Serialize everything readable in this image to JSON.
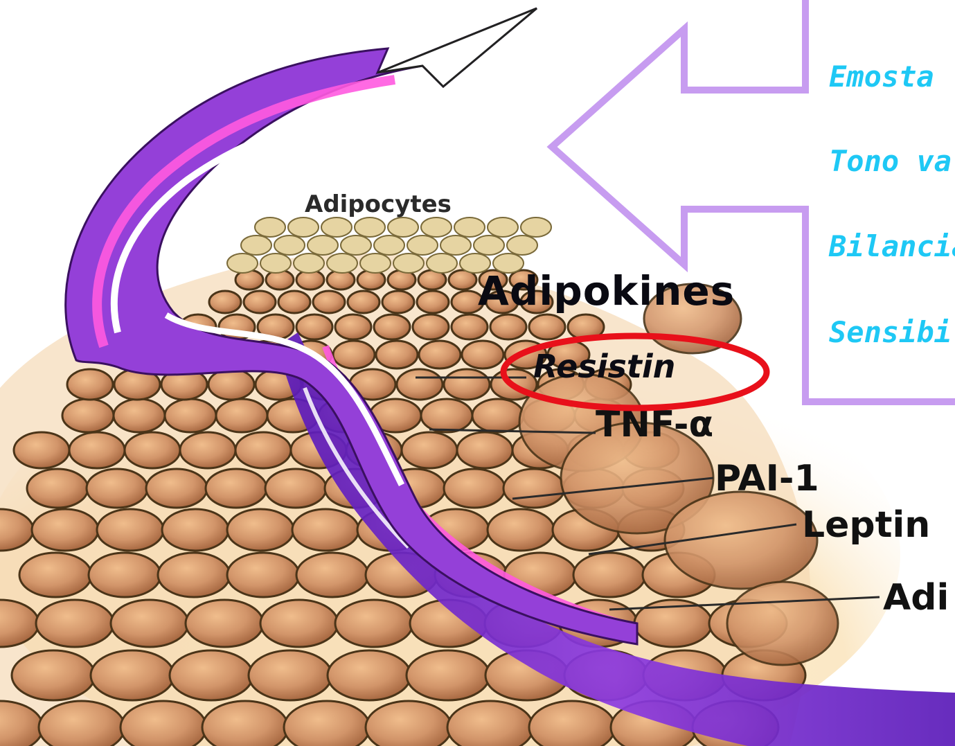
{
  "labels": {
    "adipocytes": "Adipocytes",
    "adipokines": "Adipokines",
    "resistin": "Resistin",
    "tnf": "TNF-α",
    "pai1": "PAI-1",
    "leptin": "Leptin",
    "adi": "Adi"
  },
  "functions": [
    "Emosta",
    "Tono va",
    "Bilancia",
    "Sensibi"
  ],
  "colors": {
    "function_text": "#1ec8f5",
    "arrow_outline": "#c79cf0",
    "highlight_ellipse": "#e8101a",
    "vessel": "#7a2ad0",
    "vessel_highlight": "#ff46d8",
    "cell_fill": "#d2956a",
    "cell_edge": "#4a3418"
  },
  "icons": {
    "big_arrow": "left-arrow-outline-icon",
    "curved_arrow": "curved-up-arrow-icon"
  }
}
